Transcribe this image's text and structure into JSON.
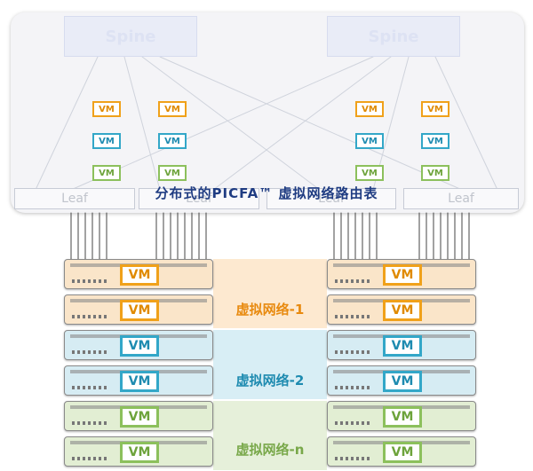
{
  "spines": [
    {
      "label": "Spine"
    },
    {
      "label": "Spine"
    }
  ],
  "leafs": [
    {
      "label": "Leaf"
    },
    {
      "label": "Leaf"
    },
    {
      "label": "Leaf"
    },
    {
      "label": "Leaf"
    }
  ],
  "vm_label": "VM",
  "routing_table_title": "分布式的PICFA™ 虚拟网络路由表",
  "networks": [
    {
      "label": "虚拟网络-1",
      "color": "#f0a11a",
      "key": "orange"
    },
    {
      "label": "虚拟网络-2",
      "color": "#33a7c8",
      "key": "blue"
    },
    {
      "label": "虚拟网络-n",
      "color": "#8cc05c",
      "key": "green"
    }
  ],
  "colors": {
    "orange": "#f0a11a",
    "blue": "#33a7c8",
    "green": "#8cc05c",
    "title": "#1f3c82"
  }
}
